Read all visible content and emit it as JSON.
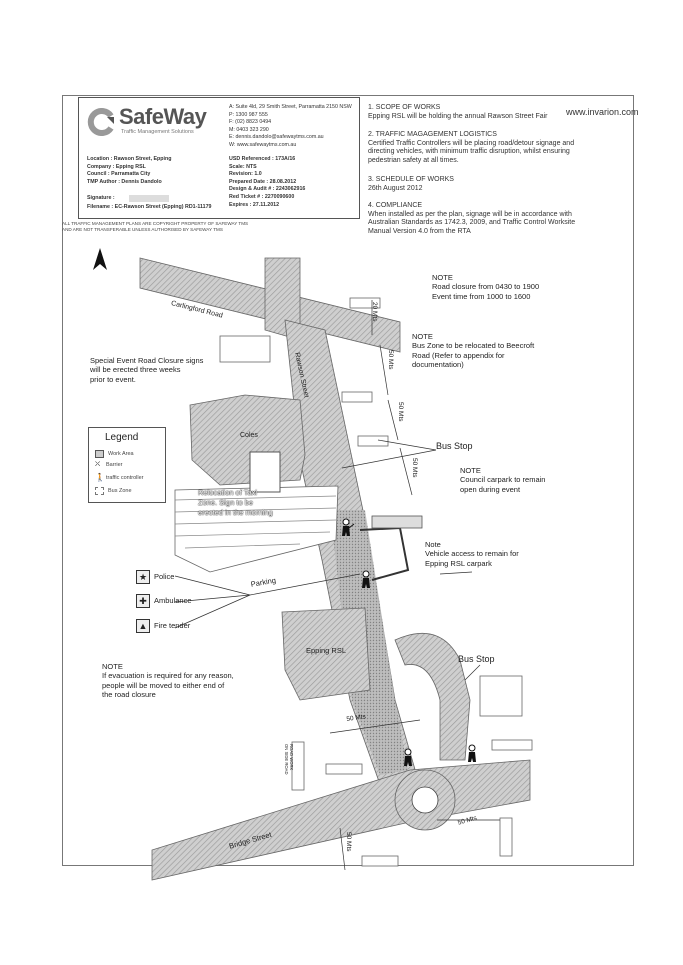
{
  "header": {
    "logo_text": "SafeWay",
    "logo_sub": "Traffic Management Solutions",
    "website": "www.invarion.com",
    "contact_lines": [
      "A: Suite 4ld, 29 Smith Street, Parramatta 2150 NSW",
      "P: 1300 987 555",
      "F: (02) 8823 0494",
      "M: 0403 323 290",
      "E: dennis.dandolo@safewaytms.com.au",
      "W: www.safewaytms.com.au"
    ],
    "details_left": [
      "Location : Rawson Street, Epping",
      "Company : Epping RSL",
      "Council : Parramatta City",
      "TMP Author : Dennis Dandolo"
    ],
    "details_right": [
      "USD Referenced : 173A/16",
      "Scale: NTS",
      "Revision: 1.0",
      "Prepared Date : 28.08.2012",
      "Design & Audit # : 2243062916",
      "Red Ticket # : 2270090600",
      "Expires : 27.11.2012"
    ],
    "signature_label": "Signature :",
    "filename": "Filename : EC-Rawson Street (Epping) RD1-11179",
    "disclaimer_lines": [
      "ALL TRAFFIC MANAGEMENT PLANS ARE COPYRIGHT PROPERTY OF SAFEWAY TMS",
      "AND ARE NOT TRANSFERABLE UNLESS AUTHORISED BY SAFEWAY TMS"
    ]
  },
  "scope": {
    "s1_title": "1. SCOPE OF WORKS",
    "s1_body": [
      "Epping RSL will be holding the annual Rawson Street Fair"
    ],
    "s2_title": "2. TRAFFIC MAGAGEMENT LOGISTICS",
    "s2_body": [
      "Certified Traffic Controllers will be placing road/detour signage and",
      "directing vehicles, with minimum traffic disruption, whilst ensuring",
      "pedestrian safety at all times."
    ],
    "s3_title": "3. SCHEDULE OF WORKS",
    "s3_body": [
      "26th August 2012"
    ],
    "s4_title": "4. COMPLIANCE",
    "s4_body": [
      "When installed as per the plan, signage will be in accordance with",
      "Australian Standards as 1742.3, 2009, and Traffic Control Worksite",
      "Manual Version 4.0 from the RTA"
    ]
  },
  "map": {
    "streets": {
      "carlingford": "Carlingford Road",
      "rawson": "Rawson Street",
      "bridge": "Bridge Street"
    },
    "buildings": {
      "coles": "Coles",
      "epping_rsl": "Epping RSL"
    },
    "distances": {
      "d1": "20 Mts",
      "d2": "50 Mts",
      "d3": "50 Mts",
      "d4": "50 Mts",
      "d5": "50 Mts",
      "d6": "50 Mts",
      "d7": "50 Mts"
    },
    "bus_stop_1": "Bus Stop",
    "bus_stop_2": "Bus Stop",
    "taxi_lines": [
      "Relocation of Taxi",
      "Zone. Sign to be",
      "erected in the morning"
    ],
    "parking": "Parking",
    "services": [
      "Police",
      "Ambulance",
      "Fire tender"
    ],
    "road_closed_vertical": [
      "ROAD WORK",
      "ON SIDE ROAD"
    ]
  },
  "notes": {
    "n1_title": "NOTE",
    "n1_lines": [
      "Road closure from 0430 to 1900",
      "Event time from 1000 to 1600"
    ],
    "n2_title": "NOTE",
    "n2_lines": [
      "Bus Zone to be relocated to Beecroft",
      "Road (Refer to appendix for",
      "documentation)"
    ],
    "special": [
      "Special Event Road Closure signs",
      "will be erected three weeks",
      "prior to event."
    ],
    "n3_title": "NOTE",
    "n3_lines": [
      "Council carpark to remain",
      "open during event"
    ],
    "n4_title": "Note",
    "n4_lines": [
      "Vehicle access to remain for",
      "Epping RSL carpark"
    ],
    "n5_title": "NOTE",
    "n5_lines": [
      "If evacuation is required for any reason,",
      "people will be moved to either end of",
      "the road closure"
    ]
  },
  "legend": {
    "title": "Legend",
    "items": [
      "Work Area",
      "Barrier",
      "traffic controller",
      "Bus Zone"
    ]
  }
}
